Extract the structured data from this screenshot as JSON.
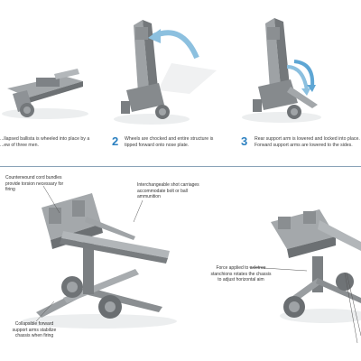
{
  "steps": [
    {
      "number": "",
      "text": "...llapsed ballista is wheeled into place by a ...ew of three men."
    },
    {
      "number": "2",
      "text": "Wheels are chocked and entire structure is tipped forward onto nose plate."
    },
    {
      "number": "3",
      "text": "Rear support arm is lowered and locked into place. Forward support arms are lowered to the sides."
    }
  ],
  "callouts": {
    "cord": "Counterwound cord bundles provide torsion necessary for firing",
    "shot": "Interchangeable shot carriages accommodate bolt or ball ammunition",
    "arms": "Collapsible forward support arms stabilize chassis when firing",
    "axle": "Force applied to axletree stanchions rotates the chassis to adjust horizontal aim"
  },
  "colors": {
    "accent": "#2a7fc0",
    "metal": "#8e9296",
    "metal_dark": "#5c6064",
    "metal_light": "#b6babd",
    "shadow": "#e4e6e8"
  },
  "icons": [
    "curved-arrow-icon",
    "double-curved-arrow-icon"
  ]
}
